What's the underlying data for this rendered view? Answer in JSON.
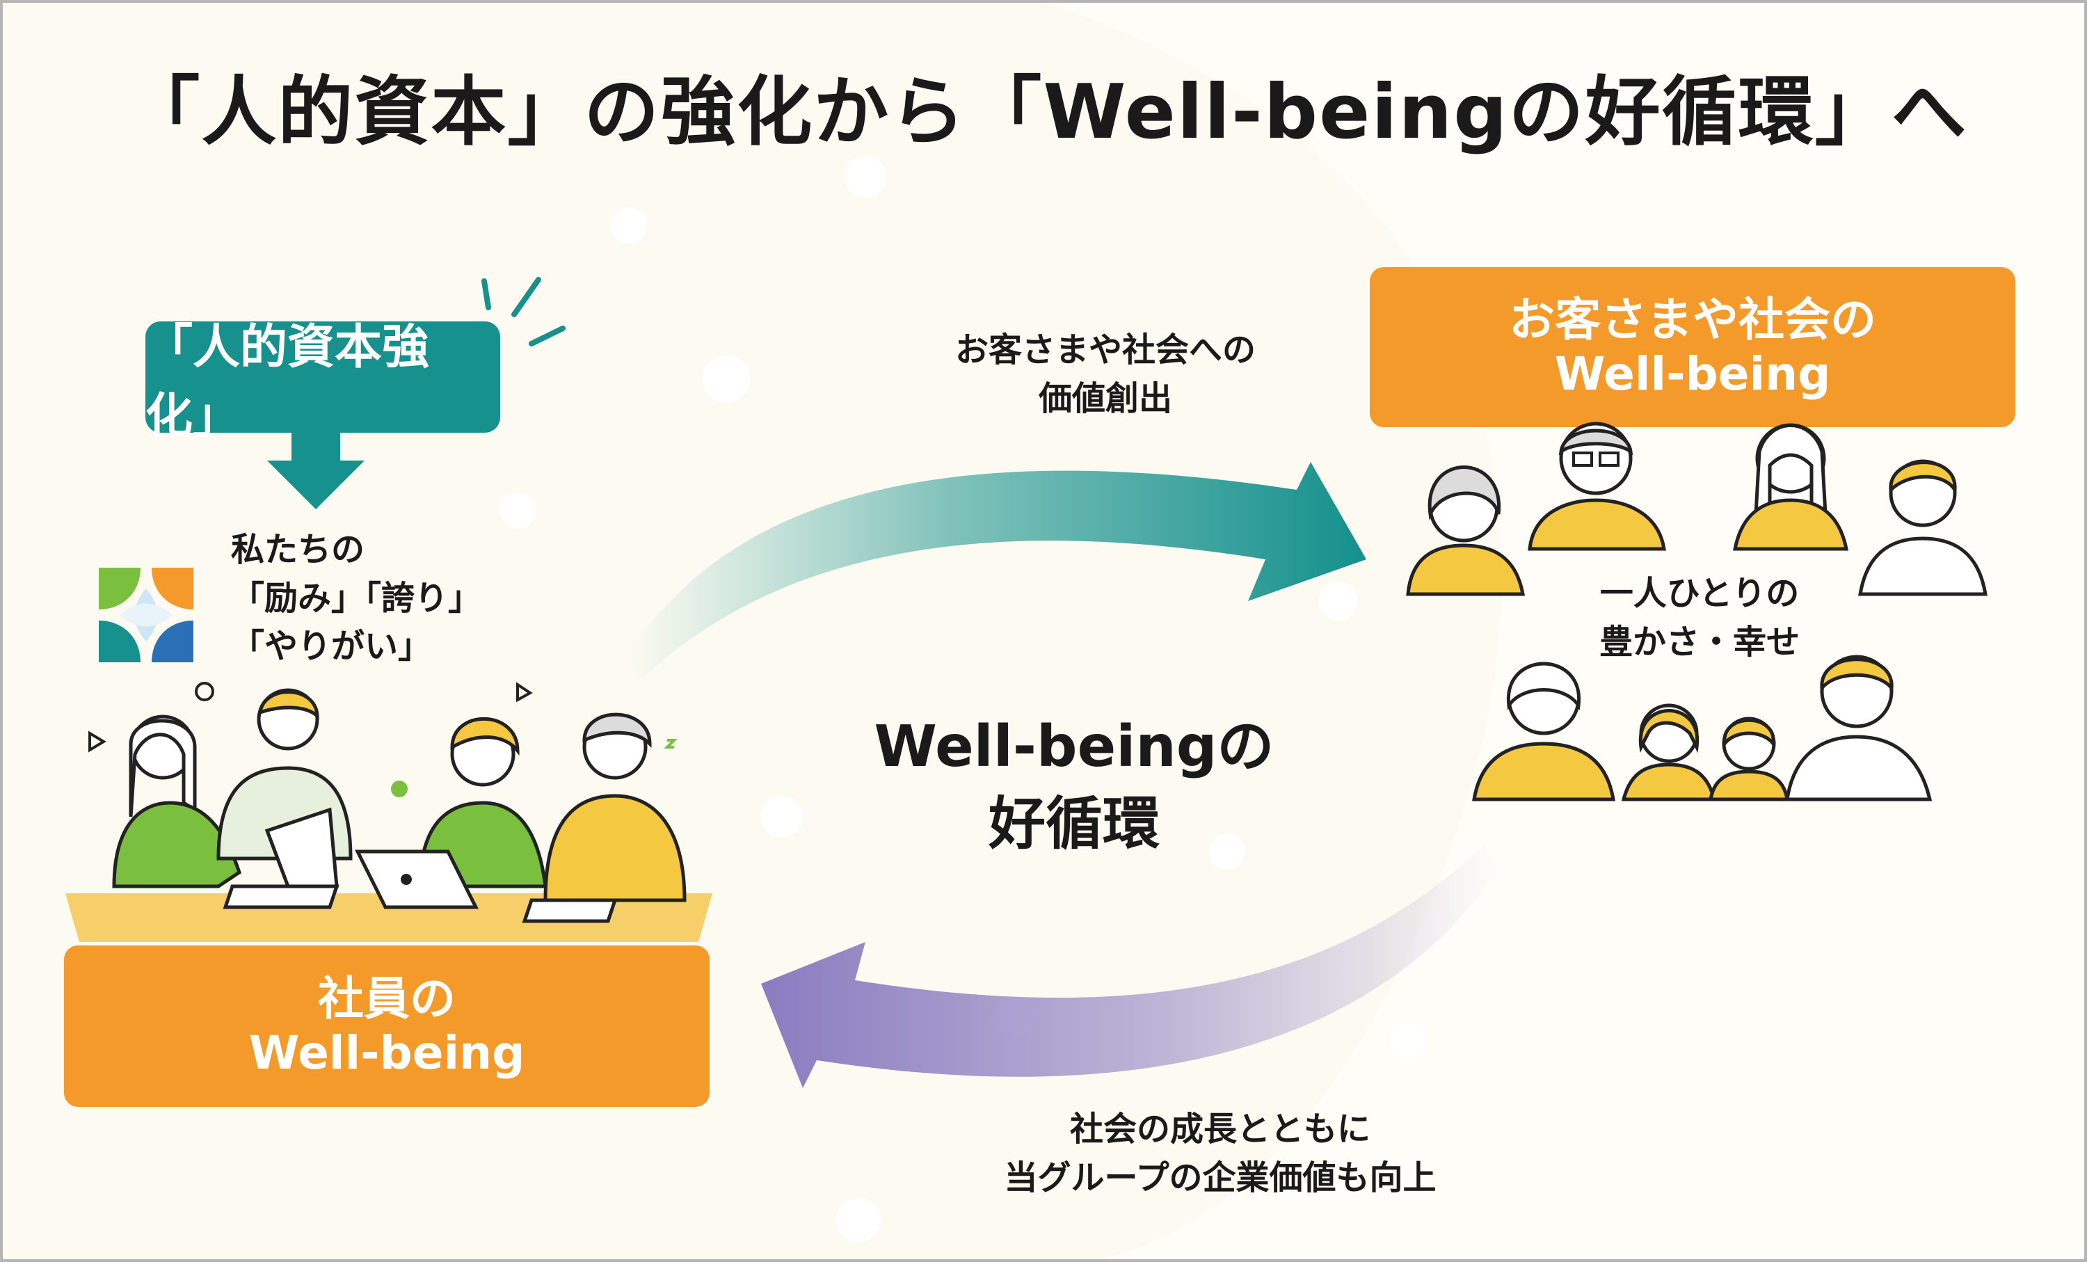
{
  "title": "「人的資本」の強化から「Well-beingの好循環」へ",
  "hc_box": {
    "label": "「人的資本強化」"
  },
  "employee_values": {
    "line1": "私たちの",
    "line2": "「励み」「誇り」",
    "line3": "「やりがい」"
  },
  "customer_box": {
    "line1": "お客さまや社会の",
    "line2": "Well-being"
  },
  "employee_box": {
    "line1": "社員の",
    "line2": "Well-being"
  },
  "top_arrow": {
    "line1": "お客さまや社会への",
    "line2": "価値創出"
  },
  "bottom_arrow": {
    "line1": "社会の成長とともに",
    "line2": "当グループの企業価値も向上"
  },
  "center": {
    "line1": "Well-beingの",
    "line2": "好循環"
  },
  "customer_caption": {
    "line1": "一人ひとりの",
    "line2": "豊かさ・幸せ"
  },
  "colors": {
    "teal": "#16918d",
    "orange": "#f39a2b",
    "purple": "#8a7cc0",
    "yellow": "#f5c842",
    "green": "#7bbf3f",
    "background": "#fdfbf1"
  },
  "icons": [
    "logo-icon",
    "down-arrow-icon",
    "circular-arrow-top",
    "circular-arrow-bottom",
    "employees-illustration",
    "customers-illustration"
  ]
}
